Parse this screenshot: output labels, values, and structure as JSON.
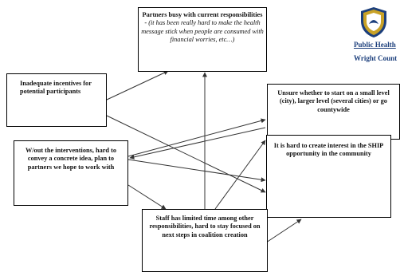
{
  "logo": {
    "line1": "Public Health",
    "line2": "Wright Count",
    "colors": {
      "gold": "#c9a227",
      "navy": "#1c3f7c"
    }
  },
  "nodes": {
    "partners": {
      "bold": "Partners busy with current responsibilities - ",
      "italic": "(it has been really hard to make the health message stick when people are consumed with financial worries, etc…)"
    },
    "incentives": "Inadequate incentives for potential participants",
    "unsure": "Unsure whether to start on a small level (city), larger level (several cities) or go countywide",
    "interest": "It is hard to create interest in the SHIP opportunity in the community",
    "intervention": "W/out the interventions, hard to convey a concrete idea, plan to partners we hope to work with",
    "staff": "Staff has limited time among other responsibilities, hard to stay focused on next steps in coalition creation"
  },
  "colors": {
    "arrow": "#333333",
    "border": "#000000"
  }
}
